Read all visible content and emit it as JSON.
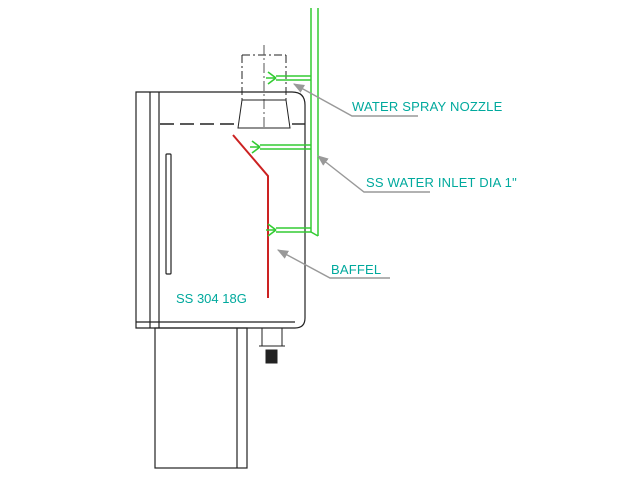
{
  "labels": {
    "water_spray_nozzle": "WATER SPRAY NOZZLE",
    "water_inlet": "SS WATER INLET DIA 1\"",
    "baffle": "BAFFEL",
    "material": "SS 304 18G"
  },
  "colors": {
    "outline": "#222222",
    "water_pipe": "#33cc33",
    "baffle": "#cc2222",
    "label_text": "#00a99d",
    "leader": "#999999",
    "background": "#ffffff"
  }
}
